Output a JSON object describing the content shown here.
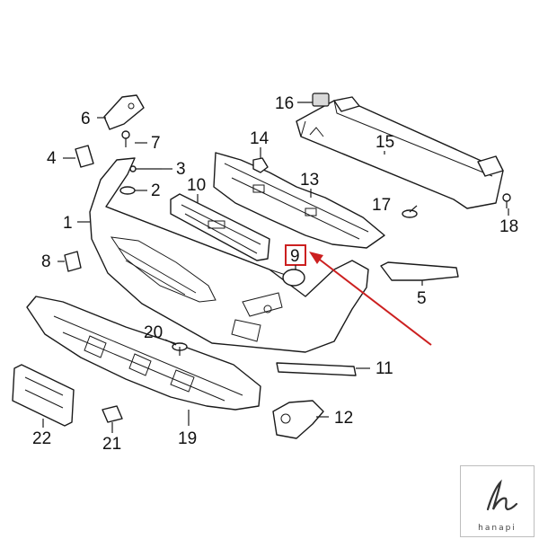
{
  "diagram": {
    "callouts": [
      "1",
      "2",
      "3",
      "4",
      "5",
      "6",
      "7",
      "8",
      "9",
      "10",
      "11",
      "12",
      "13",
      "14",
      "15",
      "16",
      "17",
      "18",
      "19",
      "20",
      "21",
      "22"
    ],
    "highlighted_part": "9",
    "highlight_color": "#cc2020",
    "line_color": "#1a1a1a"
  },
  "watermark": {
    "text": "hanapi",
    "icon": "hanapi-logo-icon"
  }
}
